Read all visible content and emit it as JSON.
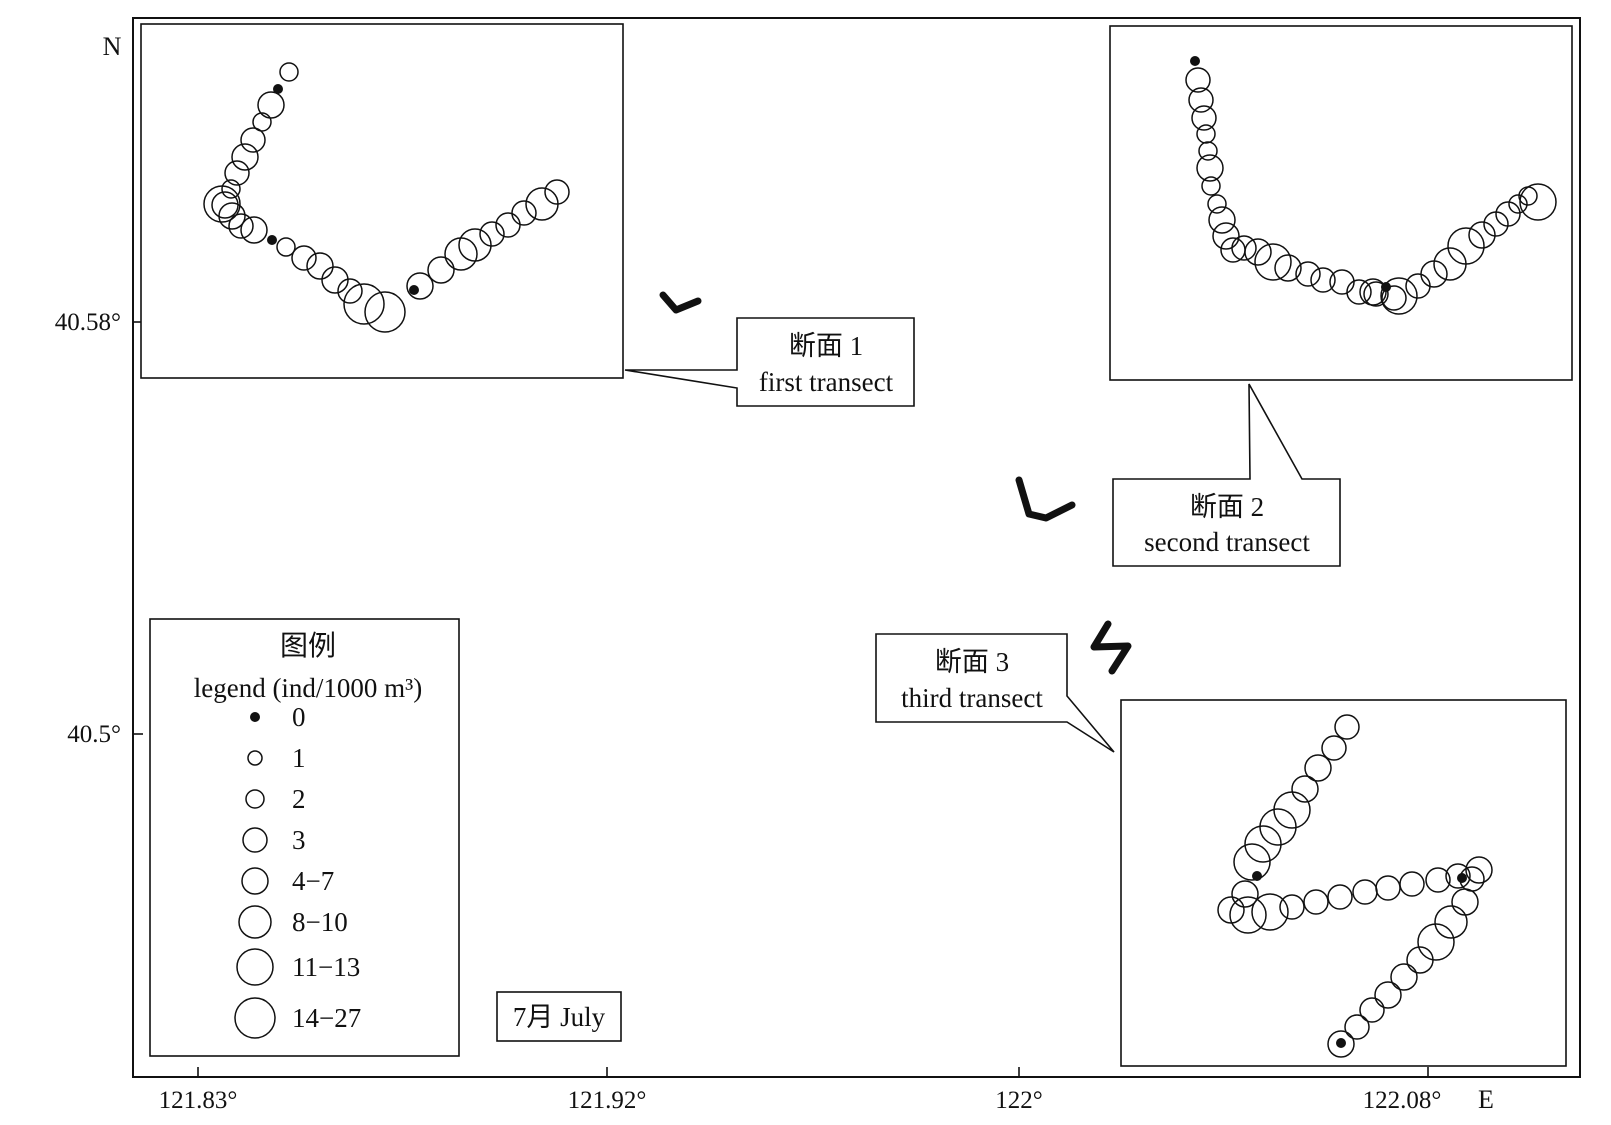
{
  "axes": {
    "north_label": "N",
    "east_label": "E",
    "x_ticks": [
      "121.83°",
      "121.92°",
      "122°",
      "122.08°"
    ],
    "y_ticks": [
      "40.58°",
      "40.5°"
    ]
  },
  "month_label": "7月 July",
  "legend": {
    "title_cn": "图例",
    "title_en": "legend (ind/1000 m³)",
    "items": [
      {
        "label": "0",
        "level": 0
      },
      {
        "label": "1",
        "level": 1
      },
      {
        "label": "2",
        "level": 2
      },
      {
        "label": "3",
        "level": 3
      },
      {
        "label": "4−7",
        "level": 4
      },
      {
        "label": "8−10",
        "level": 5
      },
      {
        "label": "11−13",
        "level": 6
      },
      {
        "label": "14−27",
        "level": 7
      }
    ]
  },
  "transects": [
    {
      "label_cn": "断面 1",
      "label_en": "first transect",
      "samples": [
        {
          "level": 2
        },
        {
          "level": 0
        },
        {
          "level": 4
        },
        {
          "level": 2
        },
        {
          "level": 3
        },
        {
          "level": 4
        },
        {
          "level": 3
        },
        {
          "level": 2
        },
        {
          "level": 4
        },
        {
          "level": 6
        },
        {
          "level": 4
        },
        {
          "level": 3
        },
        {
          "level": 4
        },
        {
          "level": 0
        },
        {
          "level": 2
        },
        {
          "level": 3
        },
        {
          "level": 4
        },
        {
          "level": 4
        },
        {
          "level": 3
        },
        {
          "level": 7
        },
        {
          "level": 7
        },
        {
          "level": 0
        },
        {
          "level": 4
        },
        {
          "level": 4
        },
        {
          "level": 5
        },
        {
          "level": 5
        },
        {
          "level": 3
        },
        {
          "level": 3
        },
        {
          "level": 3
        },
        {
          "level": 5
        },
        {
          "level": 3
        }
      ]
    },
    {
      "label_cn": "断面 2",
      "label_en": "second transect",
      "samples": [
        {
          "level": 0
        },
        {
          "level": 3
        },
        {
          "level": 3
        },
        {
          "level": 3
        },
        {
          "level": 2
        },
        {
          "level": 2
        },
        {
          "level": 4
        },
        {
          "level": 2
        },
        {
          "level": 2
        },
        {
          "level": 4
        },
        {
          "level": 4
        },
        {
          "level": 3
        },
        {
          "level": 3
        },
        {
          "level": 4
        },
        {
          "level": 6
        },
        {
          "level": 4
        },
        {
          "level": 3
        },
        {
          "level": 3
        },
        {
          "level": 3
        },
        {
          "level": 3
        },
        {
          "level": 3
        },
        {
          "level": 3
        },
        {
          "level": 4
        },
        {
          "level": 0
        },
        {
          "level": 6
        },
        {
          "level": 3
        },
        {
          "level": 4
        },
        {
          "level": 5
        },
        {
          "level": 6
        },
        {
          "level": 4
        },
        {
          "level": 3
        },
        {
          "level": 3
        },
        {
          "level": 2
        },
        {
          "level": 2
        },
        {
          "level": 6
        }
      ]
    },
    {
      "label_cn": "断面 3",
      "label_en": "third transect",
      "samples": [
        {
          "level": 3
        },
        {
          "level": 3
        },
        {
          "level": 4
        },
        {
          "level": 4
        },
        {
          "level": 6
        },
        {
          "level": 6
        },
        {
          "level": 6
        },
        {
          "level": 6
        },
        {
          "level": 0
        },
        {
          "level": 4
        },
        {
          "level": 4
        },
        {
          "level": 6
        },
        {
          "level": 6
        },
        {
          "level": 3
        },
        {
          "level": 3
        },
        {
          "level": 3
        },
        {
          "level": 3
        },
        {
          "level": 3
        },
        {
          "level": 3
        },
        {
          "level": 3
        },
        {
          "level": 3
        },
        {
          "level": 3
        },
        {
          "level": 0
        },
        {
          "level": 4
        },
        {
          "level": 4
        },
        {
          "level": 5
        },
        {
          "level": 6
        },
        {
          "level": 4
        },
        {
          "level": 4
        },
        {
          "level": 4
        },
        {
          "level": 3
        },
        {
          "level": 3
        },
        {
          "level": 4
        },
        {
          "level": 0
        }
      ]
    }
  ]
}
